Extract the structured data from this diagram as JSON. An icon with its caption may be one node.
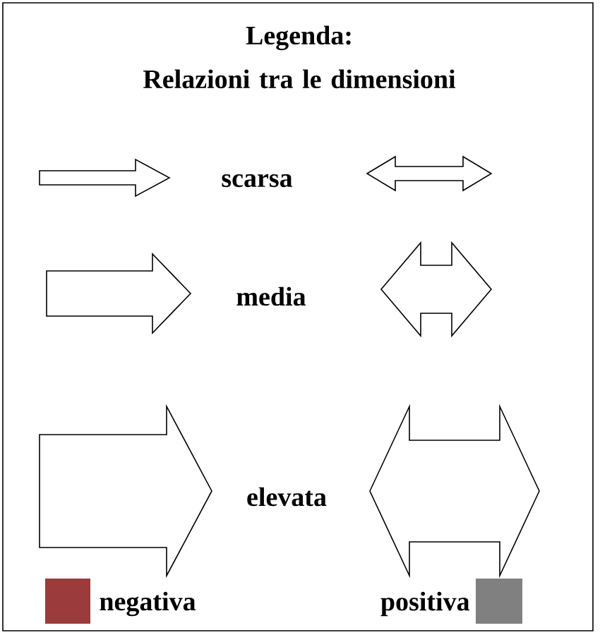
{
  "diagram": {
    "title": "Legenda: Relazioni tra le dimensioni",
    "labels": [
      "scarsa",
      "media",
      "elevata"
    ],
    "legend": [
      {
        "text": "negativa",
        "color": "#9b3b3b"
      },
      {
        "text": "positiva",
        "color": "#808080"
      }
    ]
  }
}
